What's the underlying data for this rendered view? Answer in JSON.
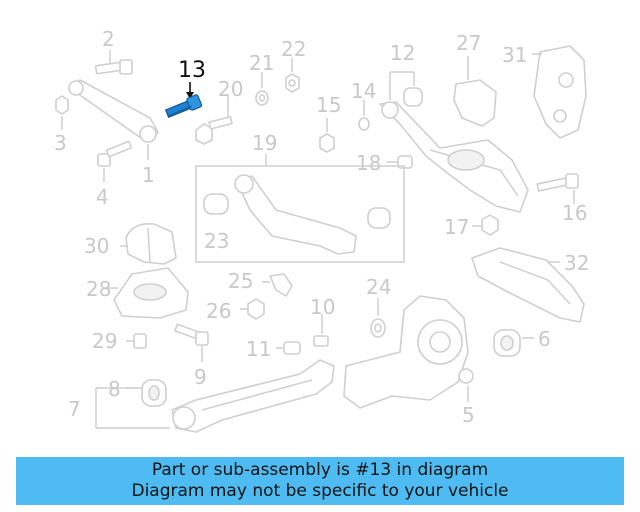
{
  "callouts": {
    "c1": "1",
    "c2": "2",
    "c3": "3",
    "c4": "4",
    "c5": "5",
    "c6": "6",
    "c7": "7",
    "c8": "8",
    "c9": "9",
    "c10": "10",
    "c11": "11",
    "c12": "12",
    "c13": "13",
    "c14": "14",
    "c15": "15",
    "c16": "16",
    "c17": "17",
    "c18": "18",
    "c19": "19",
    "c20": "20",
    "c21": "21",
    "c22": "22",
    "c23": "23",
    "c24": "24",
    "c25": "25",
    "c26": "26",
    "c27": "27",
    "c28": "28",
    "c29": "29",
    "c30": "30",
    "c31": "31",
    "c32": "32"
  },
  "highlight": {
    "part": "13",
    "color": "#1f7fd0"
  },
  "banner": {
    "line1": "Part or sub-assembly is #13 in diagram",
    "line2": "Diagram may not be specific to your vehicle",
    "color": "#4ebcf2"
  }
}
